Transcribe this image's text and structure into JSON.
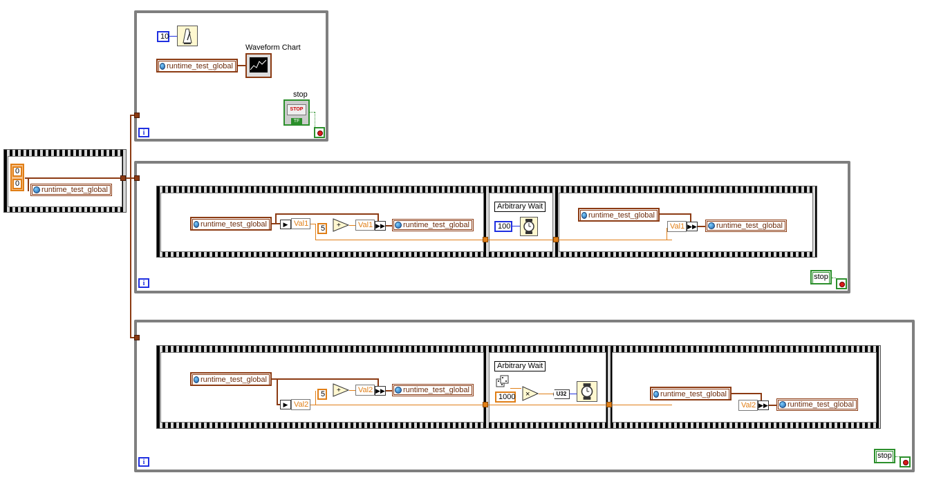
{
  "loop1": {
    "iteration_label": "i",
    "wait_ms": "10",
    "chart_label": "Waveform Chart",
    "global_name": "runtime_test_global",
    "stop_label": "stop",
    "stop_button_text": "STOP",
    "stop_tf": "TF"
  },
  "init": {
    "const_a": "0",
    "const_b": "0",
    "global_name": "runtime_test_global"
  },
  "loop2": {
    "iteration_label": "i",
    "global_read": "runtime_test_global",
    "unbundle_field": "Val1",
    "add_const": "5",
    "add_op": "+",
    "bundle_field": "Val1",
    "global_write": "runtime_test_global",
    "wait_label": "Arbitrary Wait",
    "wait_ms": "100",
    "global_read2": "runtime_test_global",
    "bundle_field2": "Val1",
    "global_write2": "runtime_test_global",
    "stop_label": "stop"
  },
  "loop3": {
    "iteration_label": "i",
    "global_read": "runtime_test_global",
    "unbundle_field": "Val2",
    "add_const": "5",
    "add_op": "+",
    "bundle_field": "Val2",
    "global_write": "runtime_test_global",
    "wait_label": "Arbitrary Wait",
    "mult_const": "1000",
    "mult_op": "×",
    "convert_label": "U32",
    "global_read2": "runtime_test_global",
    "bundle_field2": "Val2",
    "global_write2": "runtime_test_global",
    "stop_label": "stop"
  },
  "colors": {
    "loop_border": "#7f7f7f",
    "cluster_wire": "#8b3a12",
    "numeric_wire": "#e07e16",
    "boolean_wire": "#2b8f2b",
    "i32_const": "#1f2fe0"
  }
}
